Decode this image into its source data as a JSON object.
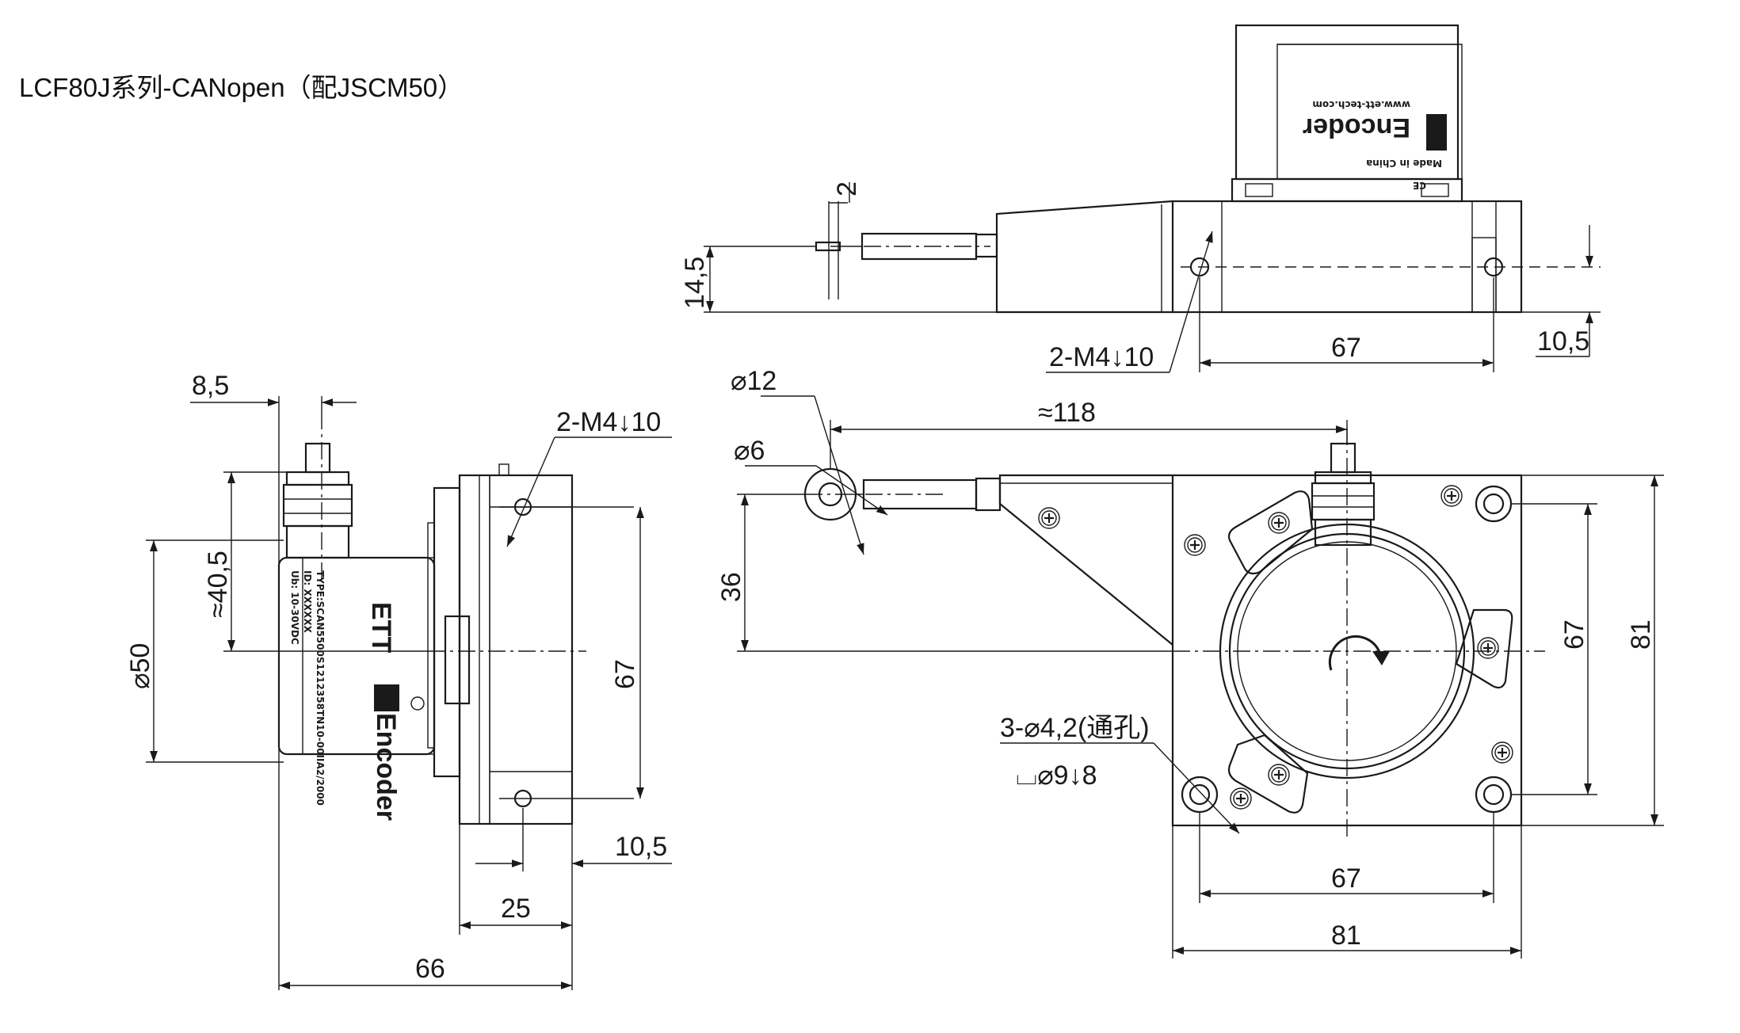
{
  "title": "LCF80J系列-CANopen（配JSCM50）",
  "top_view": {
    "dim_2": "2",
    "dim_14_5": "14,5",
    "dim_2_m4": "2-M4↓10",
    "dim_67": "67",
    "dim_10_5": "10,5",
    "encoder_label": "Encoder",
    "encoder_url": "www.ett-tech.com",
    "made_in": "Made in China",
    "ce_mark": "CE"
  },
  "side_view": {
    "dim_8_5": "8,5",
    "dim_2_m4": "2-M4↓10",
    "dim_40_5": "≈40,5",
    "dim_50": "⌀50",
    "dim_67": "67",
    "dim_10_5": "10,5",
    "dim_25": "25",
    "dim_66": "66",
    "encoder_label": "Encoder",
    "logo": "ETT"
  },
  "front_view": {
    "dim_12": "⌀12",
    "dim_6": "⌀6",
    "dim_118": "≈118",
    "dim_36": "36",
    "dim_67_v": "67",
    "dim_81_v": "81",
    "dim_3_hole": "3-⌀4,2(通孔)",
    "dim_9_8": "⌴⌀9↓8",
    "dim_67_h": "67",
    "dim_81_h": "81"
  },
  "colors": {
    "line": "#1a1a1a",
    "background": "#ffffff"
  }
}
